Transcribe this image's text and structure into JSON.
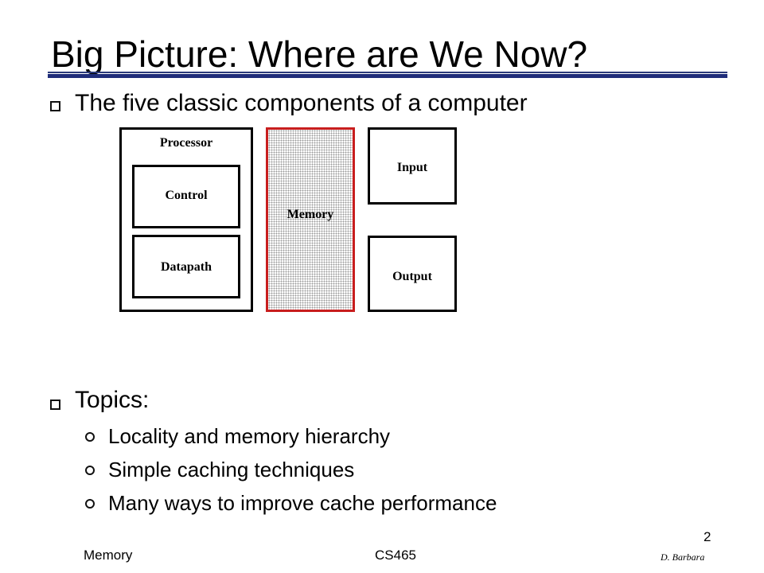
{
  "slide": {
    "title": "Big Picture: Where are We Now?",
    "bullets": [
      {
        "text": "The five classic components of a computer"
      },
      {
        "text": "Topics:"
      }
    ],
    "sub_bullets": [
      {
        "text": "Locality and memory hierarchy"
      },
      {
        "text": "Simple caching techniques"
      },
      {
        "text": "Many ways to improve cache performance"
      }
    ]
  },
  "diagram": {
    "processor": "Processor",
    "control": "Control",
    "datapath": "Datapath",
    "memory": "Memory",
    "input": "Input",
    "output": "Output"
  },
  "footer": {
    "left": "Memory",
    "center": "CS465",
    "page_number": "2",
    "author": "D. Barbara"
  },
  "colors": {
    "title_rule": "#1f2d7a",
    "memory_border": "#c81e1e"
  }
}
